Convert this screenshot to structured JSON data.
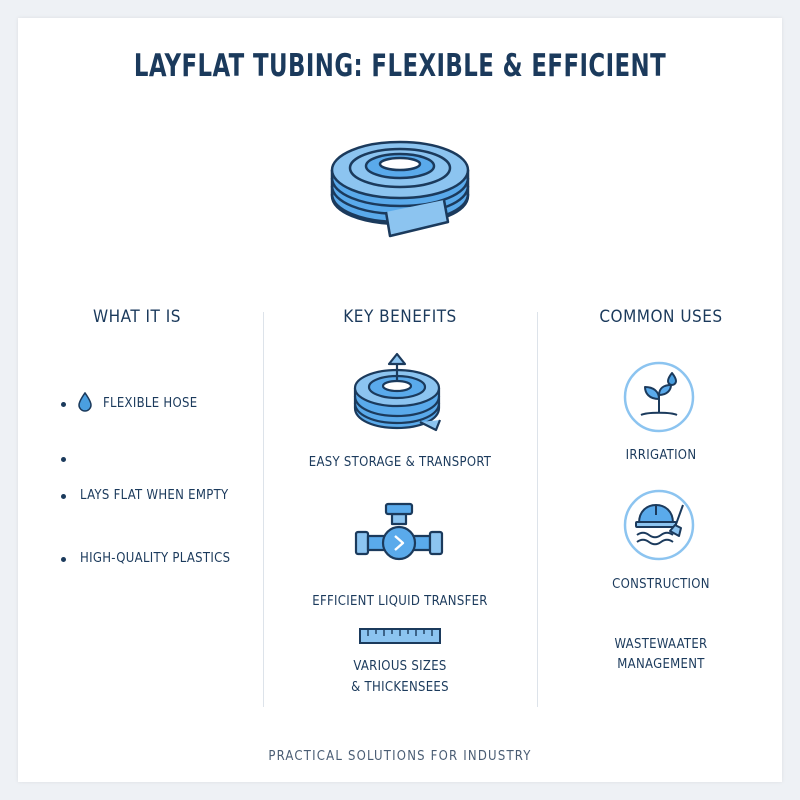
{
  "header": {
    "title": "LAYFLAT TUBING: FLEXIBLE & EFFICIENT"
  },
  "columns": {
    "what_it_is": {
      "heading": "WHAT IT IS",
      "items": [
        "FLEXIBLE HOSE",
        "",
        "LAYS FLAT WHEN EMPTY",
        "HIGH-QUALITY PLASTICS"
      ]
    },
    "key_benefits": {
      "heading": "KEY BENEFITS",
      "items": [
        {
          "label": "EASY STORAGE & TRANSPORT",
          "icon": "coiled-hose-upload-icon"
        },
        {
          "label": "EFFICIENT LIQUID TRANSFER",
          "icon": "pipe-valve-icon"
        },
        {
          "label_line1": "VARIOUS SIZES",
          "label_line2": "& THICKENSEES",
          "icon": "ruler-icon"
        }
      ]
    },
    "common_uses": {
      "heading": "COMMON USES",
      "items": [
        {
          "label": "IRRIGATION",
          "icon": "plant-water-icon"
        },
        {
          "label": "CONSTRUCTION",
          "icon": "hard-hat-shovel-icon"
        },
        {
          "label_line1": "WASTEWAATER",
          "label_line2": "MANAGEMENT"
        }
      ]
    }
  },
  "footer": {
    "tagline": "PRACTICAL SOLUTIONS FOR INDUSTRY"
  },
  "colors": {
    "accent": "#4a9fe0",
    "accent_light": "#8cc4f0",
    "ink": "#1b3a5c"
  }
}
